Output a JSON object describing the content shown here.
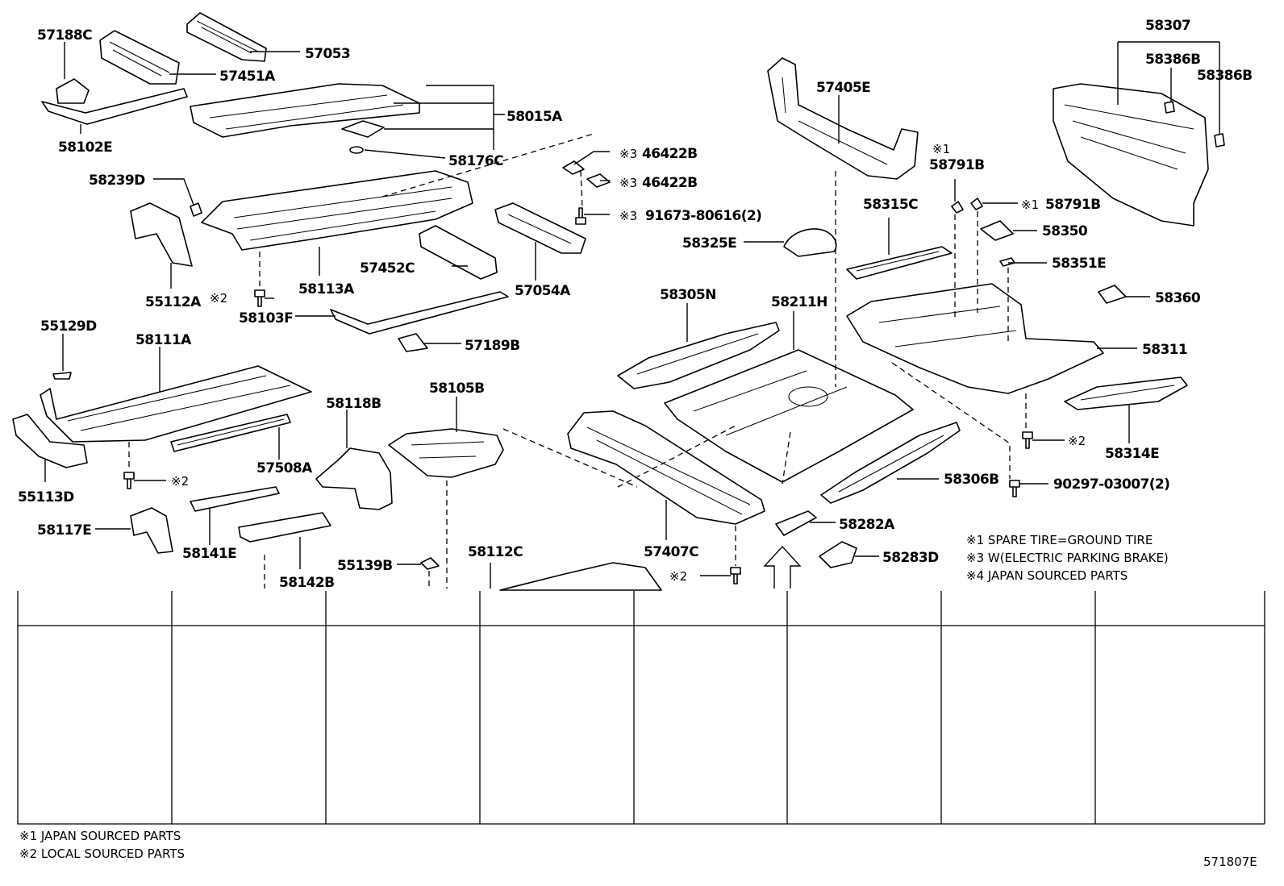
{
  "parts": [
    {
      "id": "57188C",
      "label": "57188C"
    },
    {
      "id": "57053",
      "label": "57053"
    },
    {
      "id": "57451A",
      "label": "57451A"
    },
    {
      "id": "58015A",
      "label": "58015A"
    },
    {
      "id": "58102E",
      "label": "58102E"
    },
    {
      "id": "58176C",
      "label": "58176C"
    },
    {
      "id": "46422B-1",
      "label": "46422B",
      "mark": "※3"
    },
    {
      "id": "46422B-2",
      "label": "46422B",
      "mark": "※3"
    },
    {
      "id": "91673-80616",
      "label": "91673-80616(2)",
      "mark": "※3"
    },
    {
      "id": "58239D",
      "label": "58239D"
    },
    {
      "id": "57452C",
      "label": "57452C"
    },
    {
      "id": "57054A",
      "label": "57054A"
    },
    {
      "id": "55112A",
      "label": "55112A"
    },
    {
      "id": "58113A",
      "label": "58113A"
    },
    {
      "id": "58103F",
      "label": "58103F"
    },
    {
      "id": "57189B",
      "label": "57189B"
    },
    {
      "id": "55129D",
      "label": "55129D"
    },
    {
      "id": "58111A",
      "label": "58111A"
    },
    {
      "id": "58118B",
      "label": "58118B"
    },
    {
      "id": "58105B",
      "label": "58105B"
    },
    {
      "id": "57508A",
      "label": "57508A"
    },
    {
      "id": "55113D",
      "label": "55113D"
    },
    {
      "id": "58117E",
      "label": "58117E"
    },
    {
      "id": "58141E",
      "label": "58141E"
    },
    {
      "id": "58142B",
      "label": "58142B"
    },
    {
      "id": "55139B",
      "label": "55139B"
    },
    {
      "id": "58112C",
      "label": "58112C"
    },
    {
      "id": "57407C",
      "label": "57407C"
    },
    {
      "id": "57405E",
      "label": "57405E"
    },
    {
      "id": "58791B-1",
      "label": "58791B",
      "mark": "※1"
    },
    {
      "id": "58791B-2",
      "label": "58791B",
      "mark": "※1"
    },
    {
      "id": "58315C",
      "label": "58315C"
    },
    {
      "id": "58325E",
      "label": "58325E"
    },
    {
      "id": "58305N",
      "label": "58305N"
    },
    {
      "id": "58211H",
      "label": "58211H"
    },
    {
      "id": "58307",
      "label": "58307"
    },
    {
      "id": "58386B-1",
      "label": "58386B"
    },
    {
      "id": "58386B-2",
      "label": "58386B"
    },
    {
      "id": "58350",
      "label": "58350"
    },
    {
      "id": "58351E",
      "label": "58351E"
    },
    {
      "id": "58360",
      "label": "58360"
    },
    {
      "id": "58311",
      "label": "58311"
    },
    {
      "id": "58314E",
      "label": "58314E"
    },
    {
      "id": "58306B",
      "label": "58306B"
    },
    {
      "id": "90297-03007",
      "label": "90297-03007(2)"
    },
    {
      "id": "58282A",
      "label": "58282A"
    },
    {
      "id": "58283D",
      "label": "58283D"
    }
  ],
  "fastener_marks": {
    "m58103F": "※2",
    "m58111A": "※2",
    "m57407C": "※2",
    "m58314E": "※2"
  },
  "legend_right": [
    "※1 SPARE TIRE=GROUND TIRE",
    "※3 W(ELECTRIC PARKING BRAKE)",
    "※4 JAPAN SOURCED PARTS"
  ],
  "legend_bottom": [
    "※1 JAPAN SOURCED PARTS",
    "※2 LOCAL SOURCED PARTS"
  ],
  "figure_code": "571807E"
}
